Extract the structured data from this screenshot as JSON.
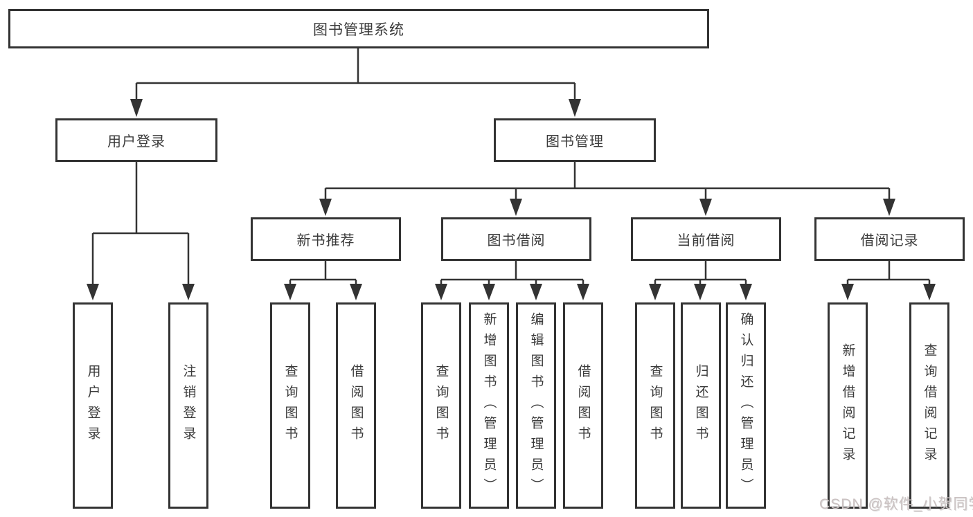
{
  "nodes": {
    "root": {
      "label": "图书管理系统"
    },
    "level2": {
      "user_login": {
        "label": "用户登录"
      },
      "book_management": {
        "label": "图书管理"
      }
    },
    "level3": {
      "new_book_recommend": {
        "label": "新书推荐"
      },
      "book_borrow": {
        "label": "图书借阅"
      },
      "current_borrow": {
        "label": "当前借阅"
      },
      "borrow_records": {
        "label": "借阅记录"
      }
    },
    "leaves": {
      "user_login": {
        "label": "用户登录"
      },
      "logout": {
        "label": "注销登录"
      },
      "recommend_query_book": {
        "label": "查询图书"
      },
      "recommend_borrow_book": {
        "label": "借阅图书"
      },
      "borrow_query_book": {
        "label": "查询图书"
      },
      "borrow_add_book_admin": {
        "label": "新增图书（管理员）"
      },
      "borrow_edit_book_admin": {
        "label": "编辑图书（管理员）"
      },
      "borrow_borrow_book": {
        "label": "借阅图书"
      },
      "current_query_book": {
        "label": "查询图书"
      },
      "current_return_book": {
        "label": "归还图书"
      },
      "current_confirm_return_admin": {
        "label": "确认归还（管理员）"
      },
      "records_add_record": {
        "label": "新增借阅记录"
      },
      "records_query_record": {
        "label": "查询借阅记录"
      }
    }
  },
  "watermark": {
    "text": "CSDN @软件_小贺同学"
  },
  "colors": {
    "line": "#333333",
    "box_border": "#333333",
    "text": "#3a3a3a",
    "watermark": "#cbc2c2",
    "background": "#ffffff"
  }
}
